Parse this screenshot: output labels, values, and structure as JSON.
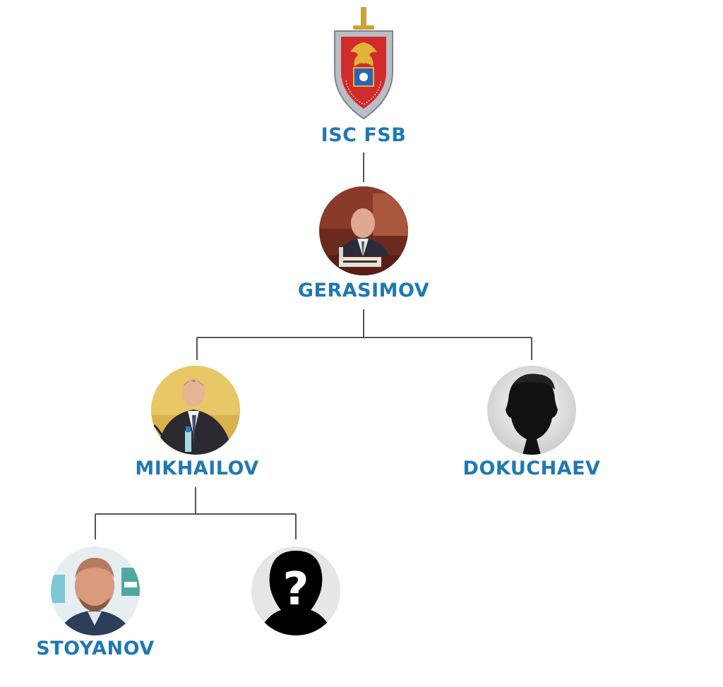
{
  "chart": {
    "nodes": [
      {
        "id": "isc-fsb",
        "label": "ISC FSB",
        "image": "shield-emblem-icon"
      },
      {
        "id": "gerasimov",
        "label": "GERASIMOV",
        "image": "photo"
      },
      {
        "id": "mikhailov",
        "label": "MIKHAILOV",
        "image": "photo"
      },
      {
        "id": "dokuchaev",
        "label": "DOKUCHAEV",
        "image": "silhouette-icon"
      },
      {
        "id": "stoyanov",
        "label": "STOYANOV",
        "image": "photo"
      },
      {
        "id": "unknown",
        "label": "",
        "image": "question-silhouette-icon"
      }
    ],
    "edges": [
      [
        "isc-fsb",
        "gerasimov"
      ],
      [
        "gerasimov",
        "mikhailov"
      ],
      [
        "gerasimov",
        "dokuchaev"
      ],
      [
        "mikhailov",
        "stoyanov"
      ],
      [
        "mikhailov",
        "unknown"
      ]
    ],
    "unknown_marker": "?",
    "colors": {
      "label": "#1f78b4",
      "connector": "#555555"
    }
  }
}
